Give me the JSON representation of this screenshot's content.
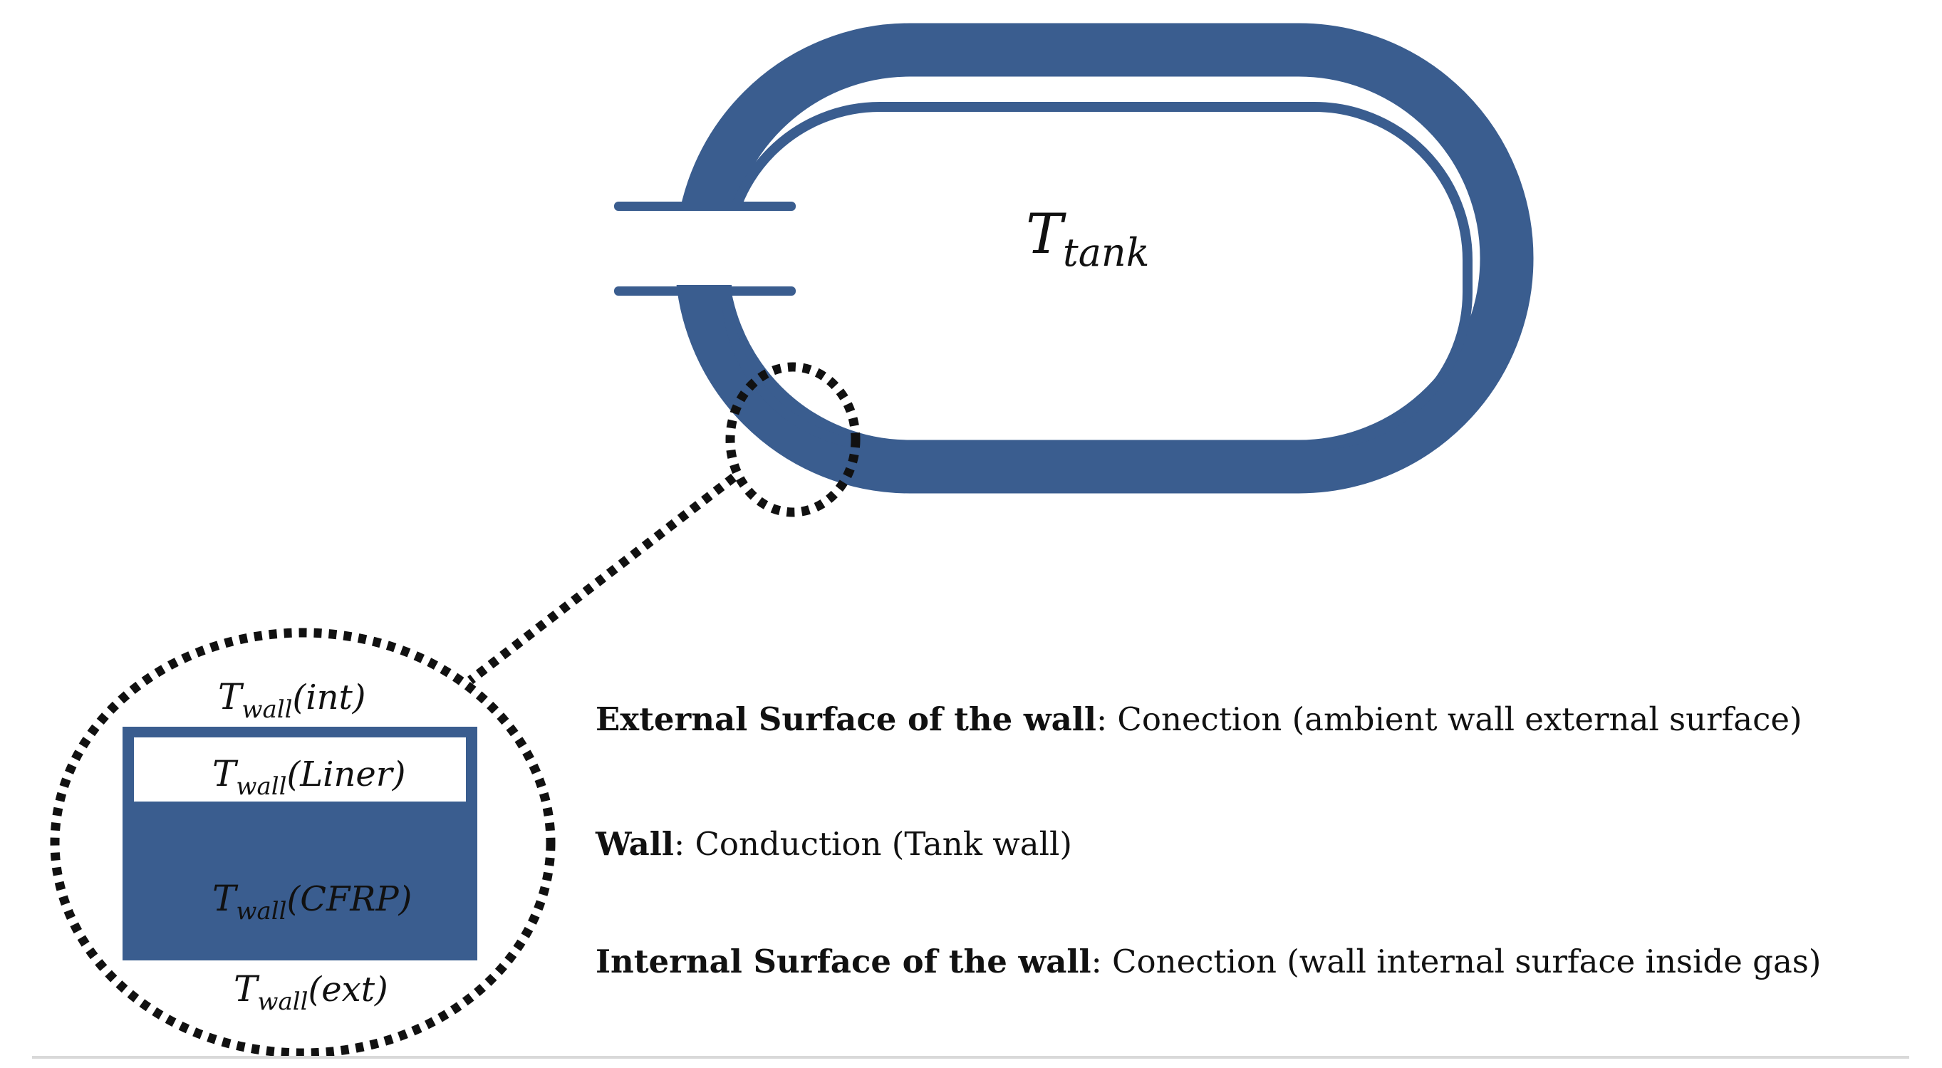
{
  "colors": {
    "wall": "#3A5D8F",
    "background": "#FFFFFF",
    "dots": "#111111"
  },
  "tank": {
    "temperature": {
      "symbol": "T",
      "subscript": "tank"
    }
  },
  "zoom": {
    "internal_temperature": {
      "symbol": "T",
      "subscript": "wall",
      "argument": "(int)"
    },
    "liner_temperature": {
      "symbol": "T",
      "subscript": "wall",
      "argument": "(Liner)"
    },
    "cfrp_temperature": {
      "symbol": "T",
      "subscript": "wall",
      "argument": "(CFRP)"
    },
    "external_temperature": {
      "symbol": "T",
      "subscript": "wall",
      "argument": "(ext)"
    }
  },
  "legend": {
    "external_surface": {
      "term": "External Surface of the wall",
      "description": ": Conection (ambient wall external surface)"
    },
    "wall": {
      "term": "Wall",
      "description": ": Conduction (Tank wall)"
    },
    "internal_surface": {
      "term": "Internal Surface of the wall",
      "description": ": Conection (wall internal surface inside gas)"
    }
  }
}
